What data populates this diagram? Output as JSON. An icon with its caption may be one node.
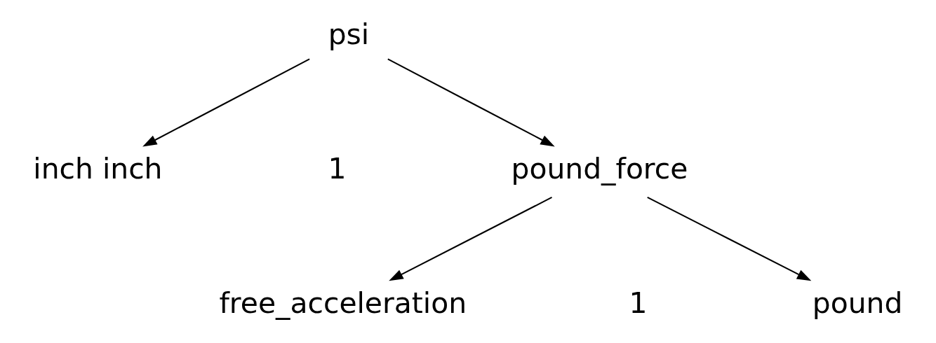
{
  "diagram": {
    "nodes": [
      {
        "text": [
          "psi"
        ]
      },
      {
        "text": [
          "pound_force"
        ]
      },
      {
        "text": [
          "inch inch"
        ]
      },
      {
        "text": [
          "pound"
        ]
      },
      {
        "text": [
          "free_acceleration"
        ]
      }
    ],
    "edges": [
      {
        "from": 0,
        "to": 1,
        "arrow": "to"
      },
      {
        "from": 0,
        "to": 2,
        "arrow": "to"
      },
      {
        "from": 1,
        "to": 3,
        "arrow": "to"
      },
      {
        "from": 1,
        "to": 4,
        "arrow": "to"
      }
    ],
    "labels": [
      "1",
      "1"
    ]
  }
}
